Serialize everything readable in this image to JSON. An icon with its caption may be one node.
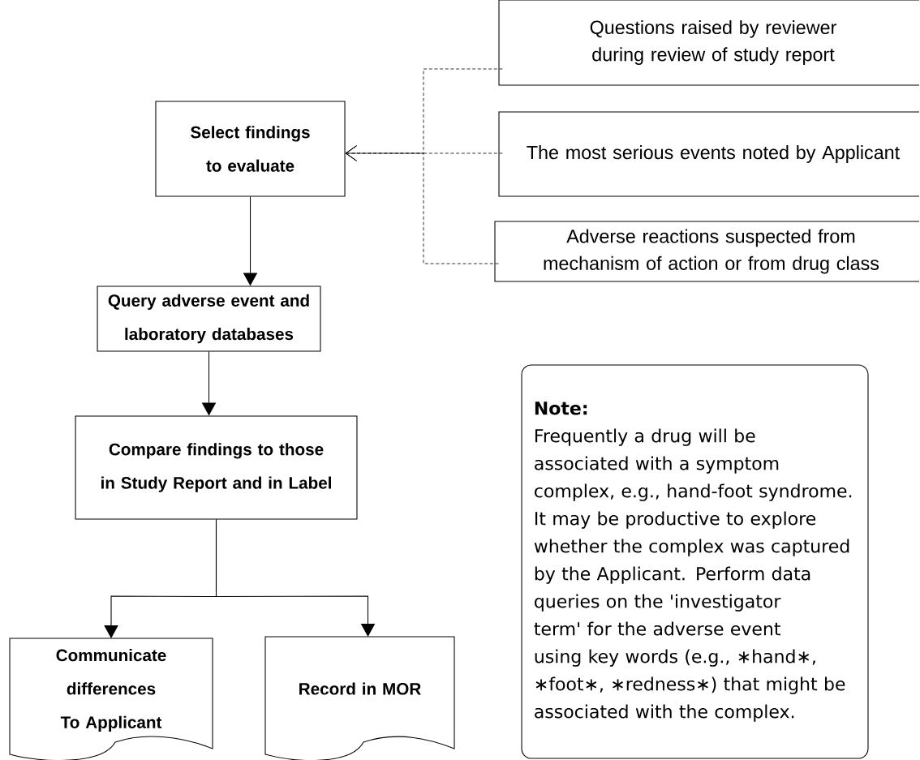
{
  "diagram": {
    "nodes": [
      {
        "text": [
          "Select findings to evaluate"
        ]
      },
      {
        "text": [
          "Questions raised by reviewer during review of study report"
        ]
      },
      {
        "text": [
          "The most serious events noted by Applicant"
        ]
      },
      {
        "text": [
          "Adverse reactions suspected from mechanism of action or from drug class"
        ]
      },
      {
        "text": [
          "Query adverse event and laboratory databases"
        ]
      },
      {
        "text": [
          "Compare findings to those in Study Report and in Label"
        ]
      },
      {
        "text": [
          "Communicate differences To Applicant"
        ]
      },
      {
        "text": [
          "Record in MOR"
        ]
      },
      {
        "text": [
          "Note:",
          "Frequently a drug will be associated with a symptom complex, e.g., hand-foot syndrome. It may be productive to explore whether the complex was captured by the Applicant. Perform data queries on the 'investigator term' for the adverse event using key words (e.g., ∗hand∗, ∗foot∗, ∗redness∗) that might be associated with the complex."
        ]
      }
    ],
    "edges": [
      {
        "from": 1,
        "to": 0,
        "arrow": "to",
        "style": "dashed"
      },
      {
        "from": 2,
        "to": 0,
        "arrow": "to",
        "style": "dashed"
      },
      {
        "from": 3,
        "to": 0,
        "arrow": "to",
        "style": "dashed"
      },
      {
        "from": 0,
        "to": 4,
        "arrow": "to"
      },
      {
        "from": 4,
        "to": 5,
        "arrow": "to"
      },
      {
        "from": 5,
        "to": 6,
        "arrow": "to"
      },
      {
        "from": 5,
        "to": 7,
        "arrow": "to"
      }
    ]
  }
}
